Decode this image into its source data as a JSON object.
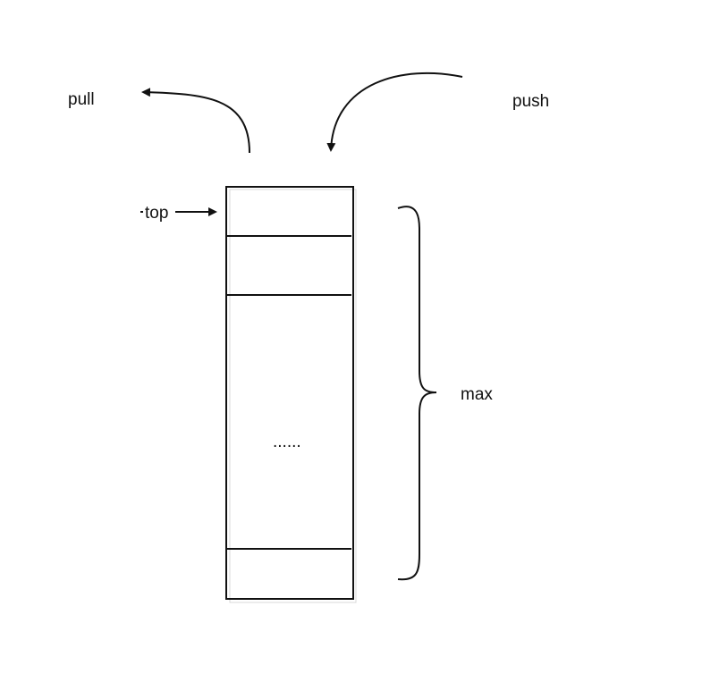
{
  "labels": {
    "pull": "pull",
    "push": "push",
    "top": "top",
    "max": "max",
    "ellipsis": "......"
  },
  "colors": {
    "stroke": "#111111",
    "background": "#ffffff",
    "shadow": "#d8d8d8"
  }
}
